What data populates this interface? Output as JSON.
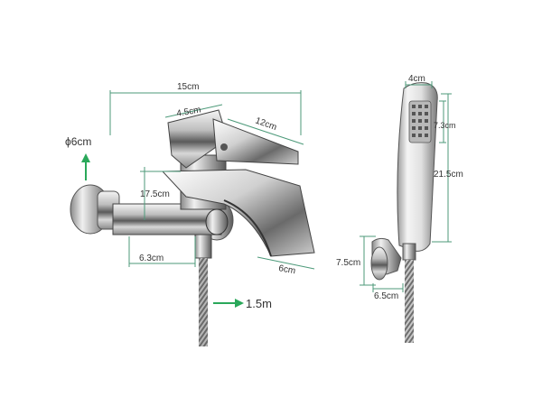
{
  "colors": {
    "dimension_line": "#4d9a7a",
    "arrow_green": "#2aa85a",
    "chrome_dark": "#3a3a3a",
    "chrome_mid": "#9a9a9a",
    "chrome_light": "#e8e8e8",
    "text": "#333333"
  },
  "faucet": {
    "width_label": "15cm",
    "lever_width_label": "4.5cm",
    "lever_length_label": "12cm",
    "height_label": "17.5cm",
    "pipe_diameter_label": "ϕ6cm",
    "arm_length_label": "6.3cm",
    "spout_width_label": "6cm",
    "hose_length_label": "1.5m"
  },
  "shower": {
    "head_width_label": "4cm",
    "head_face_label": "7.3cm",
    "handle_length_label": "21.5cm",
    "holder_height_label": "7.5cm",
    "holder_width_label": "6.5cm"
  },
  "icons": {
    "diameter_arrow": "up-arrow-icon",
    "hose_arrow": "right-arrow-icon"
  }
}
